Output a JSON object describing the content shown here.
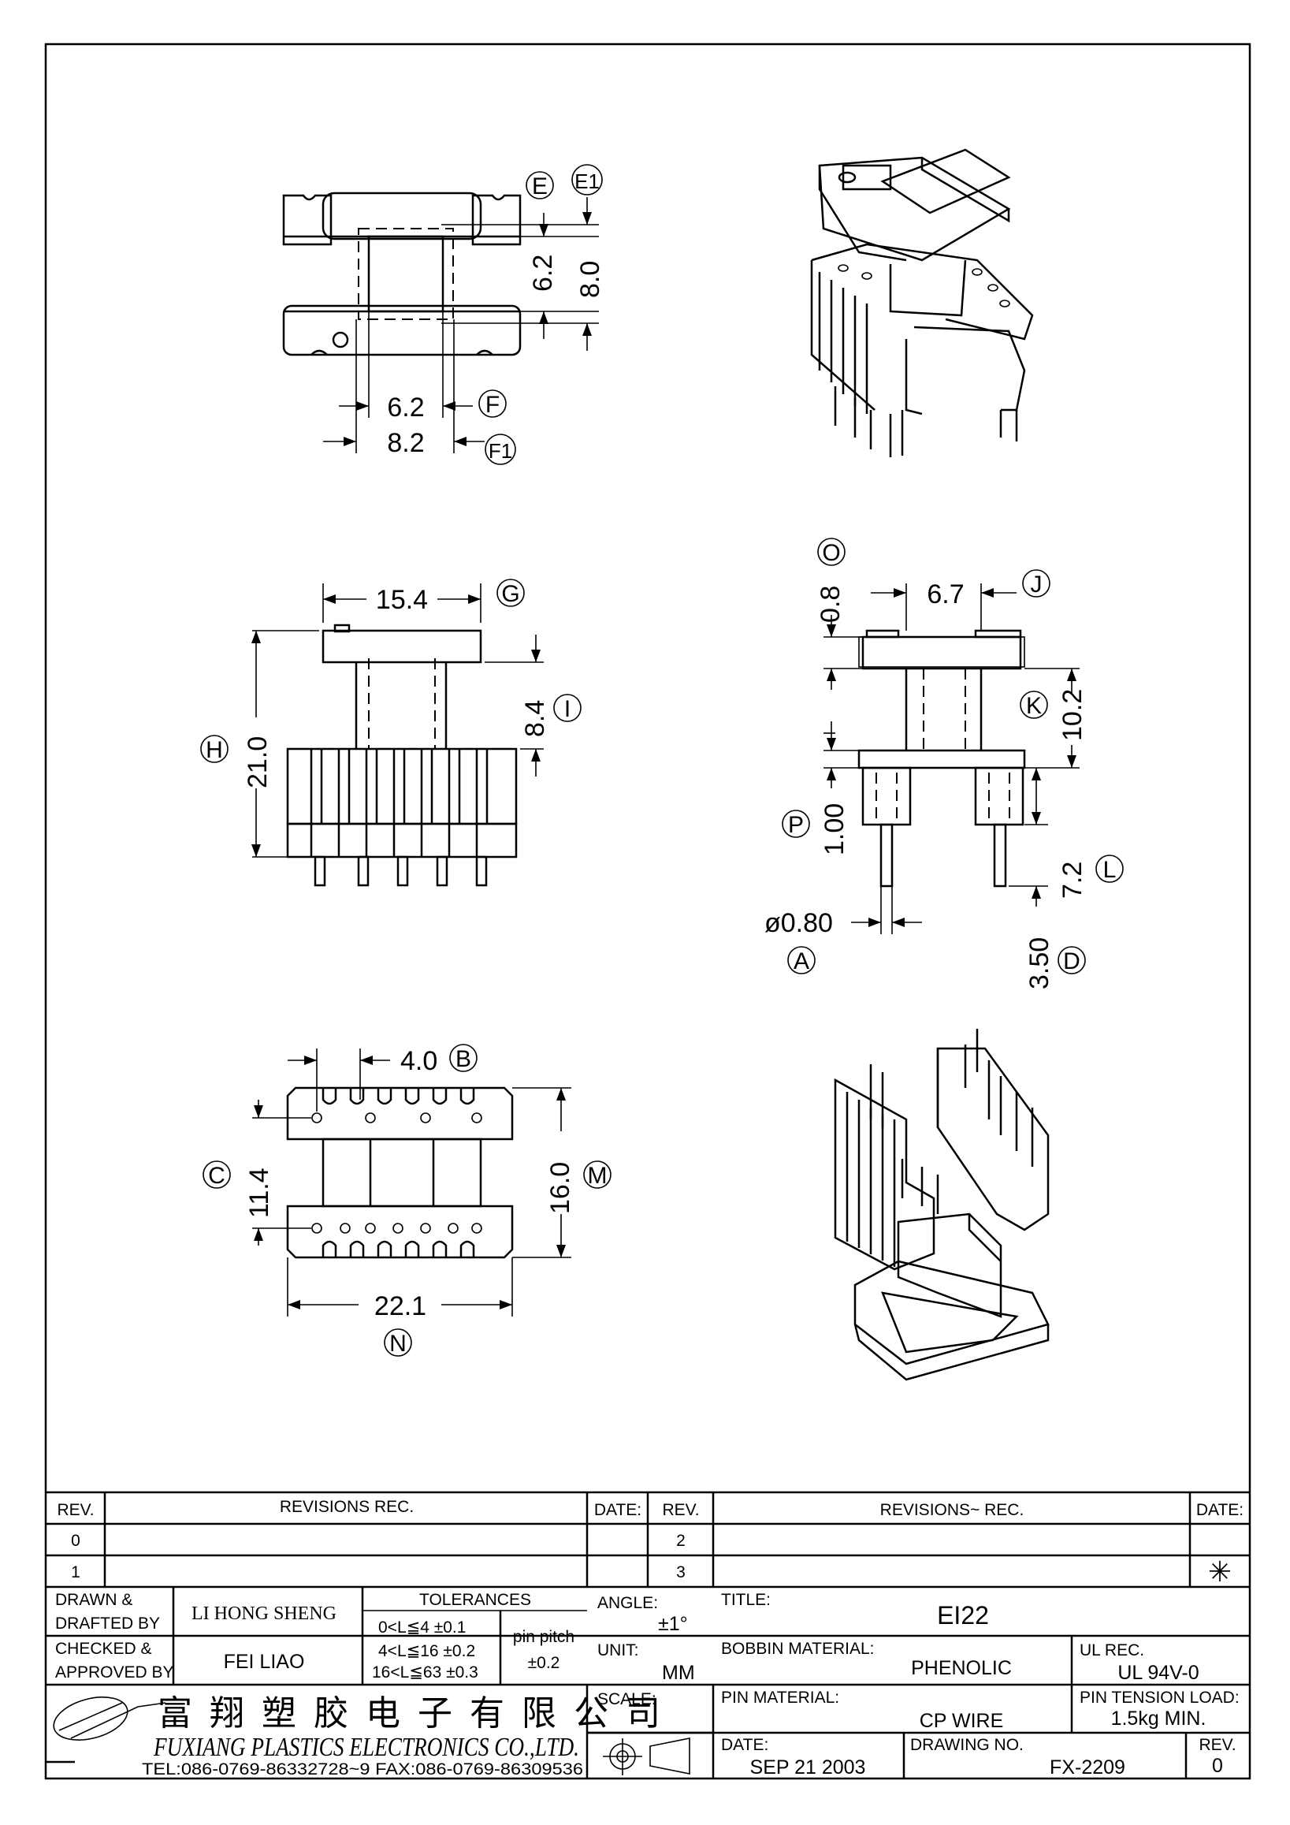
{
  "views": {
    "top": {
      "dim_e": "6.2",
      "dim_e1": "8.0",
      "dim_f": "6.2",
      "dim_f1": "8.2",
      "tag_e": "E",
      "tag_e1": "E1",
      "tag_f": "F",
      "tag_f1": "F1"
    },
    "front": {
      "dim_g": "15.4",
      "dim_h": "21.0",
      "dim_i": "8.4",
      "tag_g": "G",
      "tag_h": "H",
      "tag_i": "I"
    },
    "side": {
      "dim_o": "0.8",
      "dim_j": "6.7",
      "dim_k": "10.2",
      "dim_p": "1.00",
      "dim_l": "7.2",
      "dim_a": "ø0.80",
      "dim_d": "3.50",
      "tag_o": "O",
      "tag_j": "J",
      "tag_k": "K",
      "tag_p": "P",
      "tag_l": "L",
      "tag_a": "A",
      "tag_d": "D"
    },
    "bottom": {
      "dim_b": "4.0",
      "dim_c": "11.4",
      "dim_m": "16.0",
      "dim_n": "22.1",
      "tag_b": "B",
      "tag_c": "C",
      "tag_m": "M",
      "tag_n": "N"
    }
  },
  "revisions": {
    "left_headers": [
      "REV.",
      "REVISIONS   REC.",
      "DATE:"
    ],
    "right_headers": [
      "REV.",
      "REVISIONS~ REC.",
      "DATE:"
    ],
    "left_rows": [
      "0",
      "1"
    ],
    "right_rows": [
      "2",
      "3"
    ],
    "star": "✳"
  },
  "title_block": {
    "drawn_label_1": "DRAWN &",
    "drawn_label_2": "DRAFTED BY",
    "drawn_value": "LI HONG SHENG",
    "checked_label_1": "CHECKED &",
    "checked_label_2": "APPROVED BY",
    "checked_value": "FEI LIAO",
    "tolerances_label": "TOLERANCES",
    "tol_1": "0<L≦4   ±0.1",
    "tol_2": "4<L≦16  ±0.2",
    "tol_3": "16<L≦63  ±0.3",
    "pin_pitch_label": "pin pitch",
    "pin_pitch_value": "±0.2",
    "angle_label": "ANGLE:",
    "angle_value": "±1°",
    "unit_label": "UNIT:",
    "unit_value": "MM",
    "scale_label": "SCALE:",
    "title_label": "TITLE:",
    "title_value": "EI22",
    "bobbin_label": "BOBBIN MATERIAL:",
    "bobbin_value": "PHENOLIC",
    "ul_label": "UL REC.",
    "ul_value": "UL 94V-0",
    "pin_mat_label": "PIN MATERIAL:",
    "pin_mat_value": "CP WIRE",
    "tension_label": "PIN TENSION LOAD:",
    "tension_value": "1.5kg MIN.",
    "date_label": "DATE:",
    "date_value": "SEP 21 2003",
    "drawing_label": "DRAWING NO.",
    "drawing_value": "FX-2209",
    "rev_label": "REV.",
    "rev_value": "0",
    "company_cn": "富翔塑胶电子有限公司",
    "company_en": "FUXIANG PLASTICS ELECTRONICS CO.,LTD.",
    "contact": "TEL:086-0769-86332728~9  FAX:086-0769-86309536"
  }
}
